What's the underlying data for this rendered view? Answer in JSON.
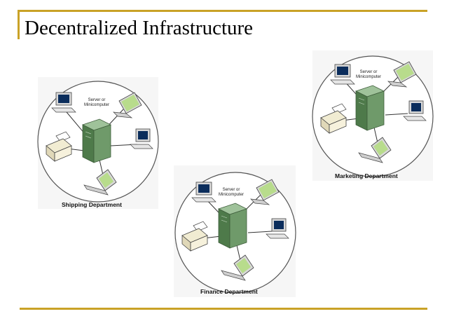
{
  "slide": {
    "title": "Decentralized Infrastructure"
  },
  "clusters": [
    {
      "department_label": "Shipping Department",
      "server_label_line1": "Server or",
      "server_label_line2": "Minicomputer"
    },
    {
      "department_label": "Marketing Department",
      "server_label_line1": "Server or",
      "server_label_line2": "Minicomputer"
    },
    {
      "department_label": "Finance Department",
      "server_label_line1": "Server or",
      "server_label_line2": "Minicomputer"
    }
  ],
  "colors": {
    "accent_rule": "#c9a227",
    "server_body": "#6f9a6a",
    "screen_blue": "#0b2d5c",
    "laptop_screen": "#b8dc8c",
    "printer_body": "#f1ecd2"
  }
}
